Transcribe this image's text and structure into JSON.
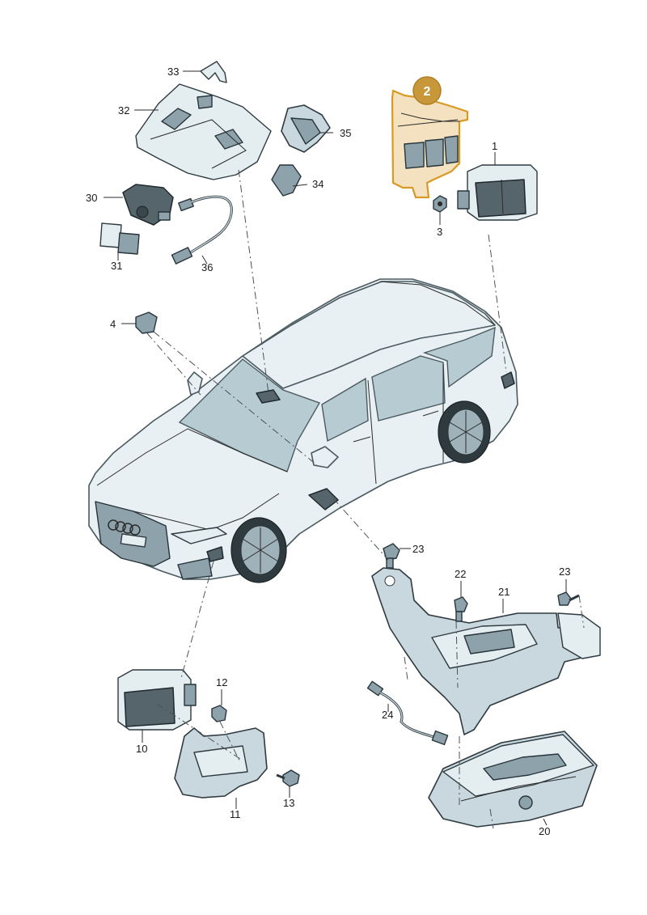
{
  "highlight": {
    "label": "2",
    "color": "#d89a23"
  },
  "callouts": {
    "c1": "1",
    "c3": "3",
    "c4": "4",
    "c10": "10",
    "c11": "11",
    "c12": "12",
    "c13": "13",
    "c20": "20",
    "c21": "21",
    "c22": "22",
    "c23a": "23",
    "c23b": "23",
    "c24": "24",
    "c30": "30",
    "c31": "31",
    "c32": "32",
    "c33": "33",
    "c34": "34",
    "c35": "35",
    "c36": "36"
  },
  "icons": {
    "car": "audi-station-wagon-icon",
    "bolt": "bolt-icon",
    "control-unit": "control-unit-icon",
    "bracket": "bracket-icon",
    "cable": "cable-icon",
    "camera": "camera-icon",
    "sensor": "sensor-icon"
  }
}
